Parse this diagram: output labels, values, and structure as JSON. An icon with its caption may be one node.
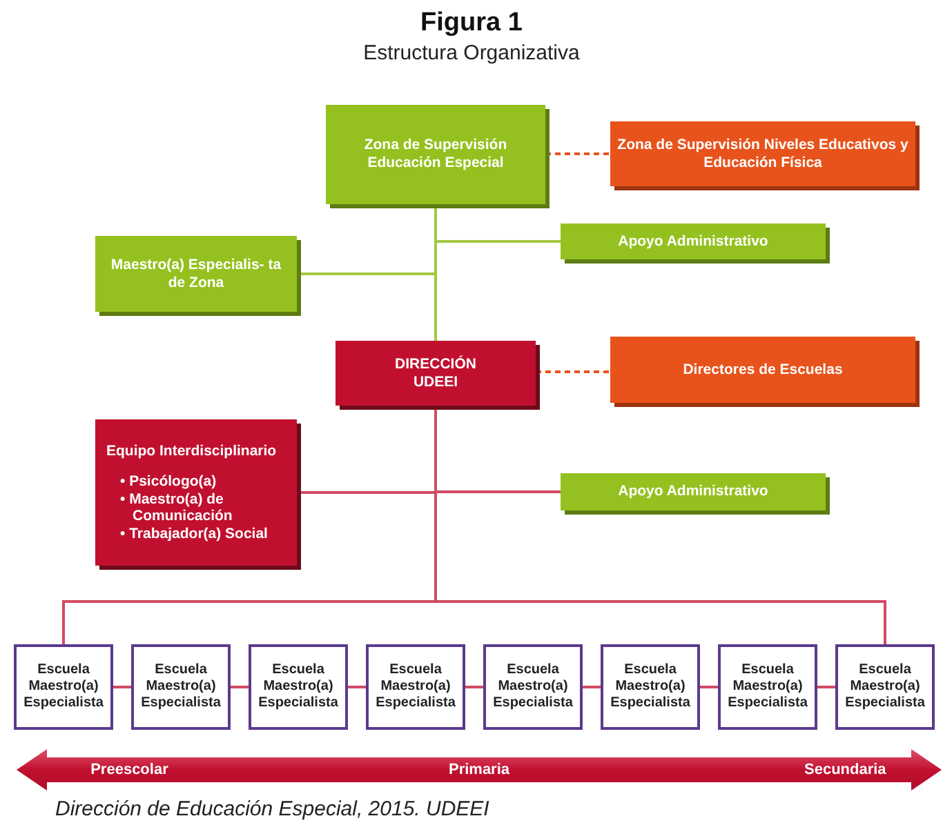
{
  "diagram": {
    "title": "Figura 1",
    "caption": "Dirección de Educación Especial, 2015. UDEEI",
    "nodes": [
      {
        "text": [
          "Zona de Supervisión Educación Especial"
        ]
      },
      {
        "text": [
          "Zona de Supervisión Niveles Educativos y Educación Física"
        ]
      },
      {
        "text": [
          "Apoyo Administrativo"
        ]
      },
      {
        "text": [
          "Maestro(a) Especialis- ta de Zona"
        ]
      },
      {
        "text": [
          "DIRECCIÓN UDEEI"
        ]
      },
      {
        "text": [
          "Directores de Escuelas"
        ]
      },
      {
        "text": [
          "Equipo Interdisciplinario",
          "• Psicólogo(a)",
          "• Maestro(a) de Comunicación",
          "• Trabajador(a) Social"
        ]
      },
      {
        "text": [
          "Apoyo Administrativo"
        ]
      },
      {
        "text": [
          "Escuela Maestro(a) Especialista"
        ]
      },
      {
        "text": [
          "Escuela Maestro(a) Especialista"
        ]
      },
      {
        "text": [
          "Escuela Maestro(a) Especialista"
        ]
      },
      {
        "text": [
          "Escuela Maestro(a) Especialista"
        ]
      },
      {
        "text": [
          "Escuela Maestro(a) Especialista"
        ]
      },
      {
        "text": [
          "Escuela Maestro(a) Especialista"
        ]
      },
      {
        "text": [
          "Escuela Maestro(a) Especialista"
        ]
      },
      {
        "text": [
          "Escuela Maestro(a) Especialista"
        ]
      },
      {
        "text": [
          "Preescolar",
          "Primaria",
          "Secundaria"
        ]
      }
    ],
    "edges": [
      {
        "from": 0,
        "to": 1,
        "arrow": "none",
        "style": "dashed",
        "color": "#e8531c"
      },
      {
        "from": 0,
        "to": 2,
        "arrow": "none",
        "color": "#a3c940"
      },
      {
        "from": 0,
        "to": 3,
        "arrow": "none",
        "color": "#a3c940"
      },
      {
        "from": 0,
        "to": 4,
        "arrow": "none",
        "color": "#a3c940"
      },
      {
        "from": 4,
        "to": 5,
        "arrow": "none",
        "style": "dashed",
        "color": "#e8531c"
      },
      {
        "from": 4,
        "to": 6,
        "arrow": "none"
      },
      {
        "from": 4,
        "to": 7,
        "arrow": "none"
      },
      {
        "from": 4,
        "to": 8,
        "arrow": "none"
      },
      {
        "from": 4,
        "to": 15,
        "arrow": "none"
      },
      {
        "from": 8,
        "to": 9,
        "arrow": "none"
      },
      {
        "from": 9,
        "to": 10,
        "arrow": "none"
      },
      {
        "from": 10,
        "to": 11,
        "arrow": "none"
      },
      {
        "from": 11,
        "to": 12,
        "arrow": "none"
      },
      {
        "from": 12,
        "to": 13,
        "arrow": "none"
      },
      {
        "from": 13,
        "to": 14,
        "arrow": "none"
      },
      {
        "from": 14,
        "to": 15,
        "arrow": "none"
      }
    ],
    "labels": [
      "Estructura Organizativa"
    ]
  }
}
